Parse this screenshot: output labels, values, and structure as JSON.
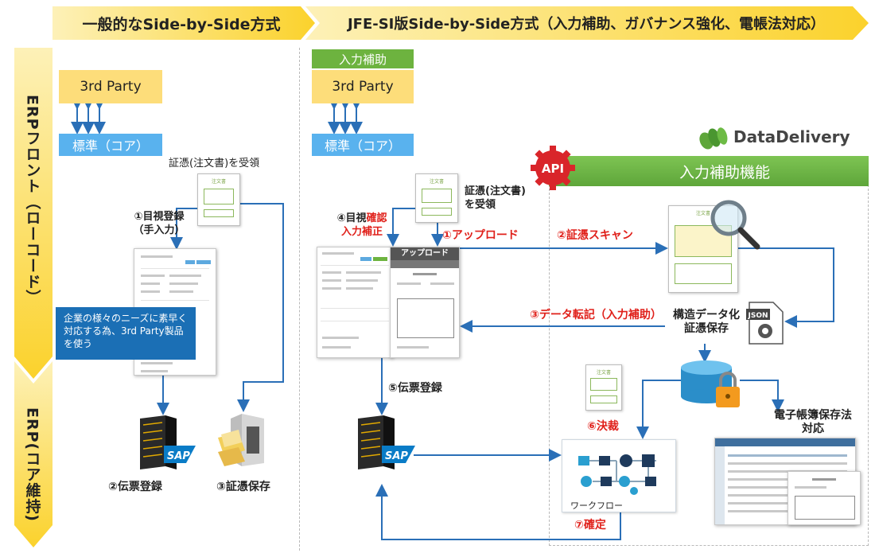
{
  "header": {
    "left_arrow": "一般的なSide-by-Side方式",
    "right_arrow": "JFE-SI版Side-by-Side方式（入力補助、ガバナンス強化、電帳法対応）"
  },
  "side": {
    "top_label": "ERPフロント（ローコード）",
    "bottom_label": "ERP(コア維持)"
  },
  "left": {
    "third_party": "3rd Party",
    "standard": "標準（コア）",
    "receive": "証憑(注文書)を受領",
    "step1": "①目視登録\n（手入力）",
    "note": "企業の様々のニーズに素早く対応する為、3rd Party製品を使う",
    "step2": "②伝票登録",
    "step3": "③証憑保存",
    "sap": "SAP"
  },
  "right": {
    "input_assist_tag": "入力補助",
    "third_party": "3rd Party",
    "standard": "標準（コア）",
    "brand": "DataDelivery",
    "api": "API",
    "feature_header": "入力補助機能",
    "receive": "証憑(注文書)\nを受領",
    "step4_prefix": "④目視",
    "step4_red1": "確認",
    "step4_red2": "入力補正",
    "step1_upload": "①アップロード",
    "upload_window": "アップロード",
    "step2_scan": "②証憑スキャン",
    "step3_transfer": "③データ転記（入力補助）",
    "structured": "構造データ化\n証憑保存",
    "json": "JSON",
    "step5": "⑤伝票登録",
    "step6": "⑥決裁",
    "workflow": "ワークフロー",
    "step7": "⑦確定",
    "ebook": "電子帳簿保存法\n対応",
    "sap": "SAP",
    "order_doc": "注文書"
  },
  "colors": {
    "arrow_yellow": "#fbd22c",
    "third_party_bg": "#fddd7a",
    "standard_bg": "#59b2ee",
    "green": "#6db33f",
    "blue_arrow": "#2a6fb7",
    "note_bg": "#1b6fb5",
    "api_red": "#d9252a",
    "step_red": "#e0201a"
  }
}
